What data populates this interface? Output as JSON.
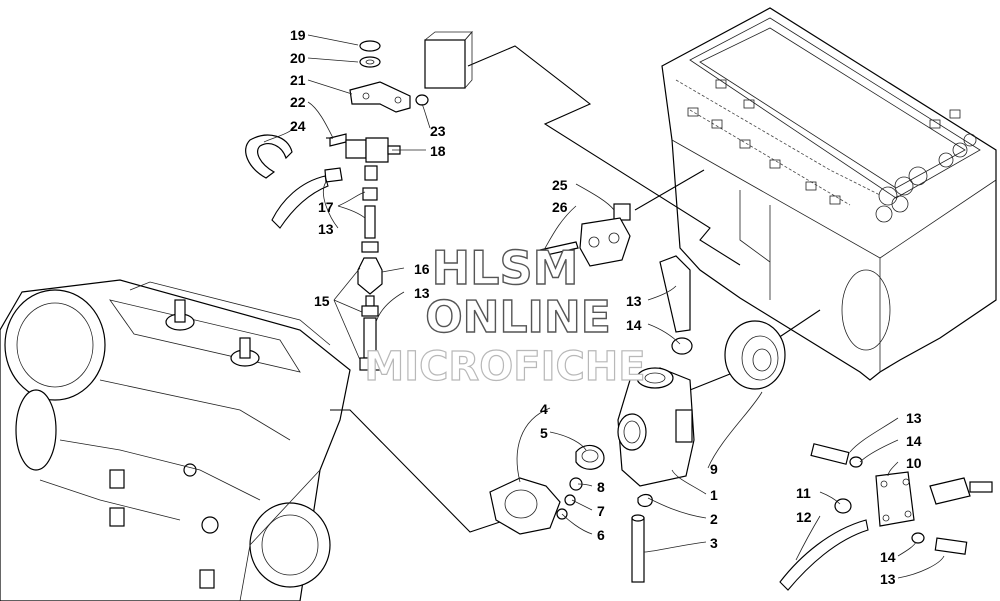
{
  "watermark": {
    "line1": "HLSM",
    "line2": "ONLINE",
    "line3": "MICROFICHE"
  },
  "callouts": {
    "c19": "19",
    "c20": "20",
    "c21": "21",
    "c22": "22",
    "c24": "24",
    "c23": "23",
    "c18": "18",
    "c17": "17",
    "c13a": "13",
    "c16": "16",
    "c13b": "13",
    "c15": "15",
    "c25": "25",
    "c26": "26",
    "c13c": "13",
    "c14a": "14",
    "c4": "4",
    "c5": "5",
    "c9": "9",
    "c1": "1",
    "c2": "2",
    "c3": "3",
    "c8": "8",
    "c7": "7",
    "c6": "6",
    "c13d": "13",
    "c14b": "14",
    "c10": "10",
    "c11": "11",
    "c12": "12",
    "c14c": "14",
    "c13e": "13"
  }
}
